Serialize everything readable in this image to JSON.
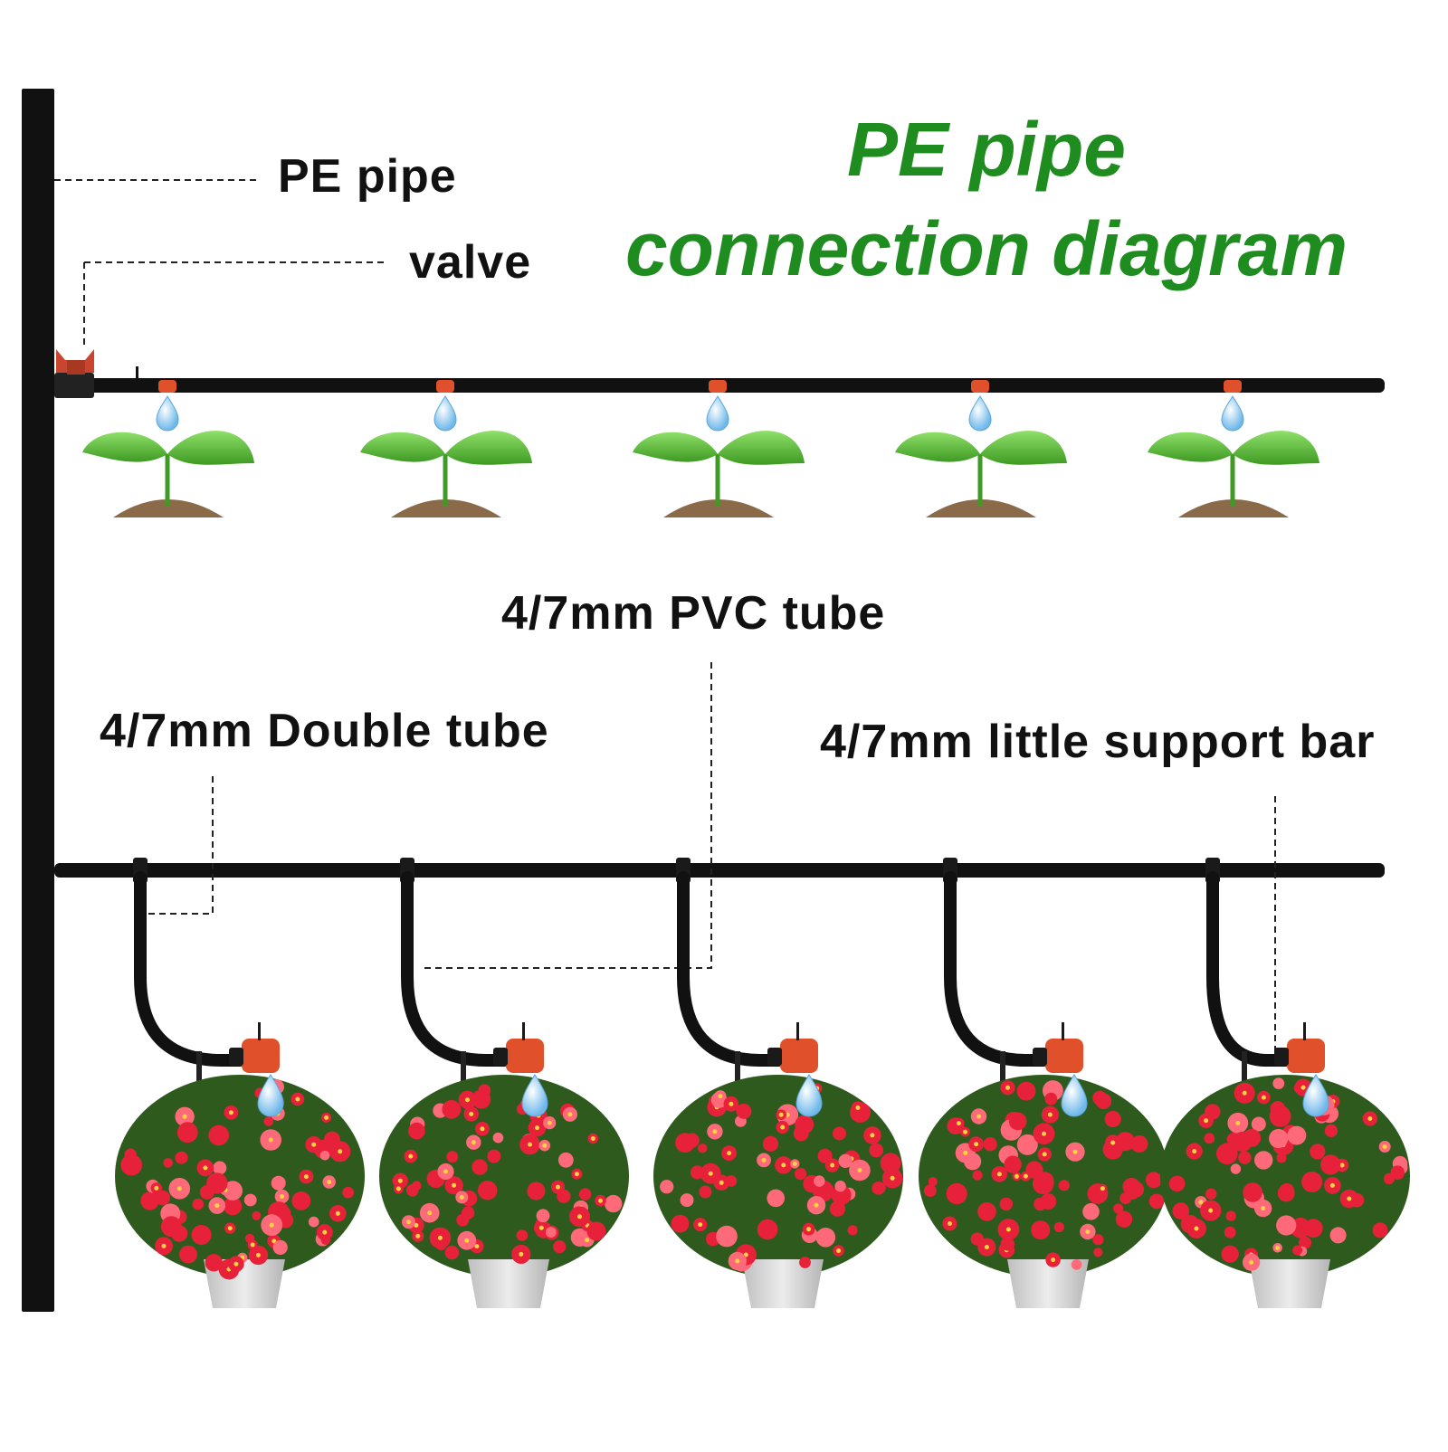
{
  "title": {
    "line1": "PE pipe",
    "line2": "connection diagram"
  },
  "labels": {
    "pe_pipe": "PE pipe",
    "valve": "valve",
    "pvc_tube": "4/7mm PVC tube",
    "double_tube": "4/7mm Double tube",
    "support_bar": "4/7mm little support bar"
  },
  "colors": {
    "title_green": "#1e8c1e",
    "pipe": "#111111",
    "dripper": "#e0502a",
    "valve": "#c9452f",
    "leaf": "#5dc23a",
    "soil": "#8b6a4a",
    "flower": "#e8213a",
    "foliage": "#2f5a1e",
    "pot": "#d9d9d9",
    "water": "#7cc4f0"
  },
  "counts": {
    "seedlings": 5,
    "flower_pots": 5
  }
}
